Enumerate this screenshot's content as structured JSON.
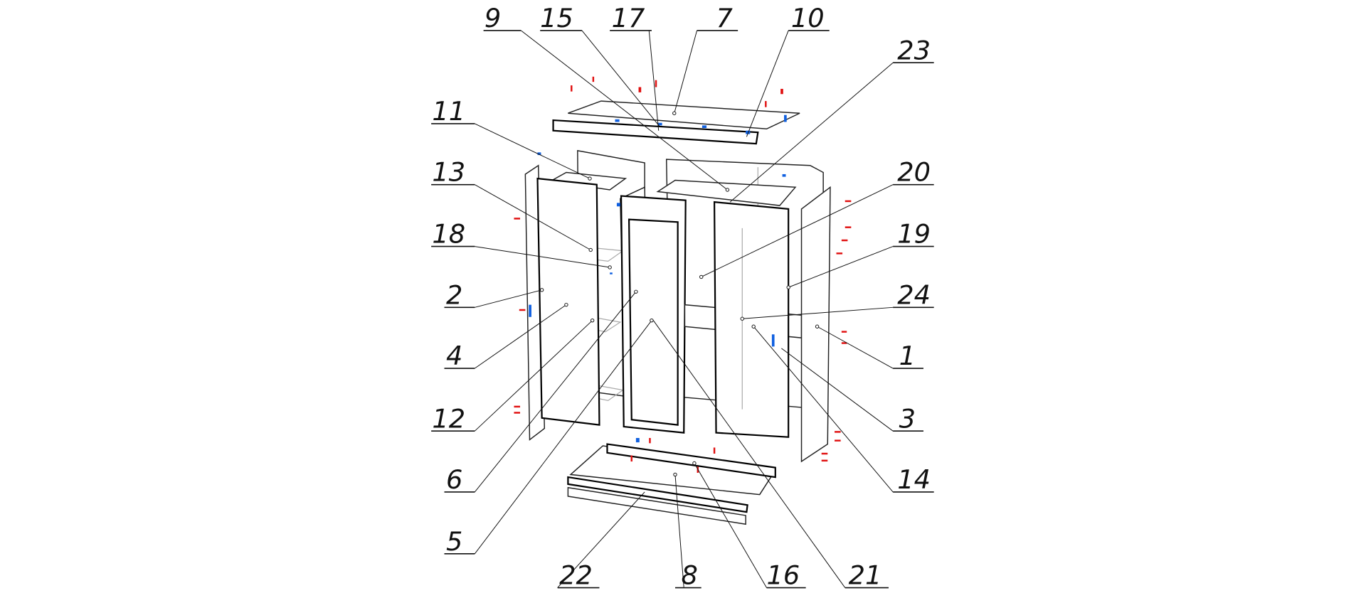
{
  "diagram": {
    "type": "exploded assembly drawing",
    "part_labels": {
      "p1": "1",
      "p2": "2",
      "p3": "3",
      "p4": "4",
      "p5": "5",
      "p6": "6",
      "p7": "7",
      "p8": "8",
      "p9": "9",
      "p10": "10",
      "p11": "11",
      "p12": "12",
      "p13": "13",
      "p14": "14",
      "p15": "15",
      "p16": "16",
      "p17": "17",
      "p18": "18",
      "p19": "19",
      "p20": "20",
      "p21": "21",
      "p22": "22",
      "p23": "23",
      "p24": "24"
    },
    "colors": {
      "line": "#222222",
      "hidden_line": "#aaaaaa",
      "fastener_red": "#e01010",
      "fastener_blue": "#1060e0"
    }
  }
}
